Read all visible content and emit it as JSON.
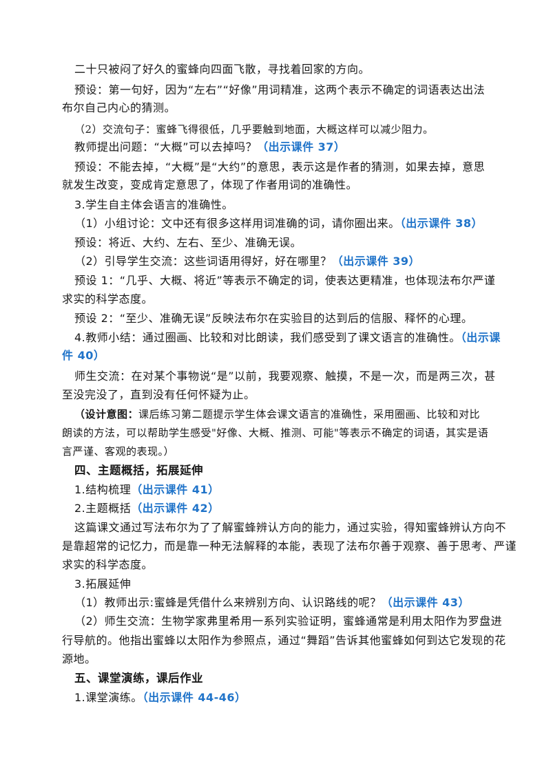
{
  "lines": [
    {
      "t": "二十只被闷了好久的蜜蜂向四面飞散，寻找着回家的方向。"
    },
    {
      "t": "预设：第一句好，因为“左右”“好像”用词精准，这两个表示不确定的词语表达出法"
    },
    {
      "t": "布尔自己内心的猜测。"
    },
    {
      "t": "（2）交流句子：蜜蜂飞得很低，几乎要触到地面，大概这样可以减少阻力。"
    },
    {
      "t": "教师提出问题：“大概”可以去掉吗？",
      "h": "（出示课件 37）"
    },
    {
      "t": "预设：不能去掉，“大概”是“大约”的意思，表示这是作者的猜测，如果去掉，意思"
    },
    {
      "t": "就发生改变，变成肯定意思了，体现了作者用词的准确性。"
    },
    {
      "t": "3.学生自主体会语言的准确性。"
    },
    {
      "t": "（1）小组讨论：文中还有很多这样用词准确的词，请你圈出来。",
      "h": "（出示课件 38）"
    },
    {
      "t": "预设：将近、大约、左右、至少、准确无误。"
    },
    {
      "t": "（2）引导学生交流：这些词语用得好，好在哪里？",
      "h": "（出示课件 39）"
    },
    {
      "t": "预设 1：“几乎、大概、将近”等表示不确定的词，使表达更精准，也体现法布尔严谨"
    },
    {
      "t": "求实的科学态度。"
    },
    {
      "t": "预设 2：“至少、准确无误”反映法布尔在实验目的达到后的信服、释怀的心理。"
    },
    {
      "t": "4.教师小结：通过圈画、比较和对比朗读，我们感受到了课文语言的准确性。",
      "h": "（出示课"
    },
    {
      "t": "",
      "h": "件 40）"
    },
    {
      "t": "师生交流：在对某个事物说“是”以前，我要观察、触摸，不是一次，而是两三次，甚"
    },
    {
      "t": "至没完没了，直到没有任何怀疑为止。"
    },
    {
      "b": "（设计意图：",
      "t": "课后练习第二题提示学生体会课文语言的准确性，采用圈画、比较和对比"
    },
    {
      "t": "朗读的方法，可以帮助学生感受\"好像、大概、推测、可能\"等表示不确定的词语，其实是语"
    },
    {
      "t": "言严谨、客观的表现。）"
    },
    {
      "t": "四、主题概括，拓展延伸"
    },
    {
      "t": "1.结构梳理",
      "h": "（出示课件 41）"
    },
    {
      "t": "2.主题概括",
      "h": "（出示课件 42）"
    },
    {
      "t": "这篇课文通过写法布尔为了了解蜜蜂辨认方向的能力，通过实验，得知蜜蜂辨认方向不"
    },
    {
      "t": "是靠超常的记忆力，而是靠一种无法解释的本能，表现了法布尔善于观察、善于思考、严谨"
    },
    {
      "t": "求实的科学态度。"
    },
    {
      "t": "3.拓展延伸"
    },
    {
      "t": "（1）教师出示:蜜蜂是凭借什么来辨别方向、认识路线的呢？",
      "h": "（出示课件 43）"
    },
    {
      "t": "（2）师生交流：生物学家弗里希用一系列实验证明，蜜蜂通常是利用太阳作为罗盘进"
    },
    {
      "t": "行导航的。他指出蜜蜂以太阳作为参照点，通过“舞蹈”告诉其他蜜蜂如何到达它发现的花"
    },
    {
      "t": "源地。"
    },
    {
      "t": "五、课堂演练，课后作业"
    },
    {
      "t": "1.课堂演练。",
      "h": "（出示课件 44-46）"
    }
  ],
  "colors": {
    "highlight": "#1f73c9",
    "text": "#1a1a1a"
  }
}
